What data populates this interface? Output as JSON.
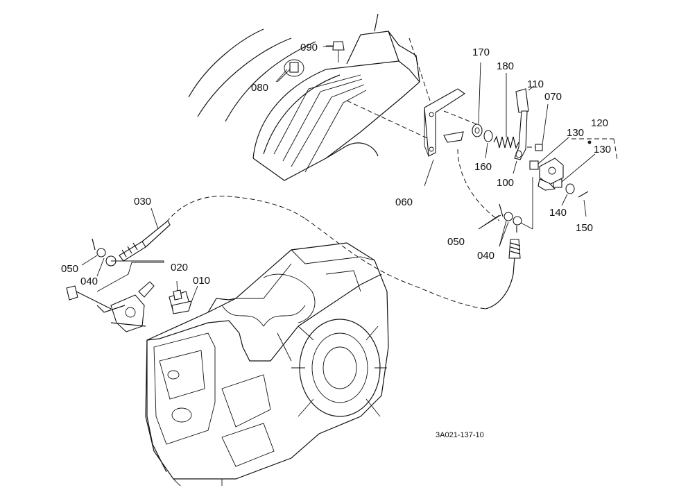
{
  "labels": {
    "p010": "010",
    "p020": "020",
    "p030": "030",
    "p040_left": "040",
    "p050_left": "050",
    "p040_right": "040",
    "p050_right": "050",
    "p060": "060",
    "p070": "070",
    "p080": "080",
    "p090": "090",
    "p100": "100",
    "p110": "110",
    "p120": "120",
    "p130_a": "130",
    "p130_b": "130",
    "p140": "140",
    "p150": "150",
    "p160": "160",
    "p170": "170",
    "p180": "180"
  },
  "drawing_code": "3A021-137-10"
}
